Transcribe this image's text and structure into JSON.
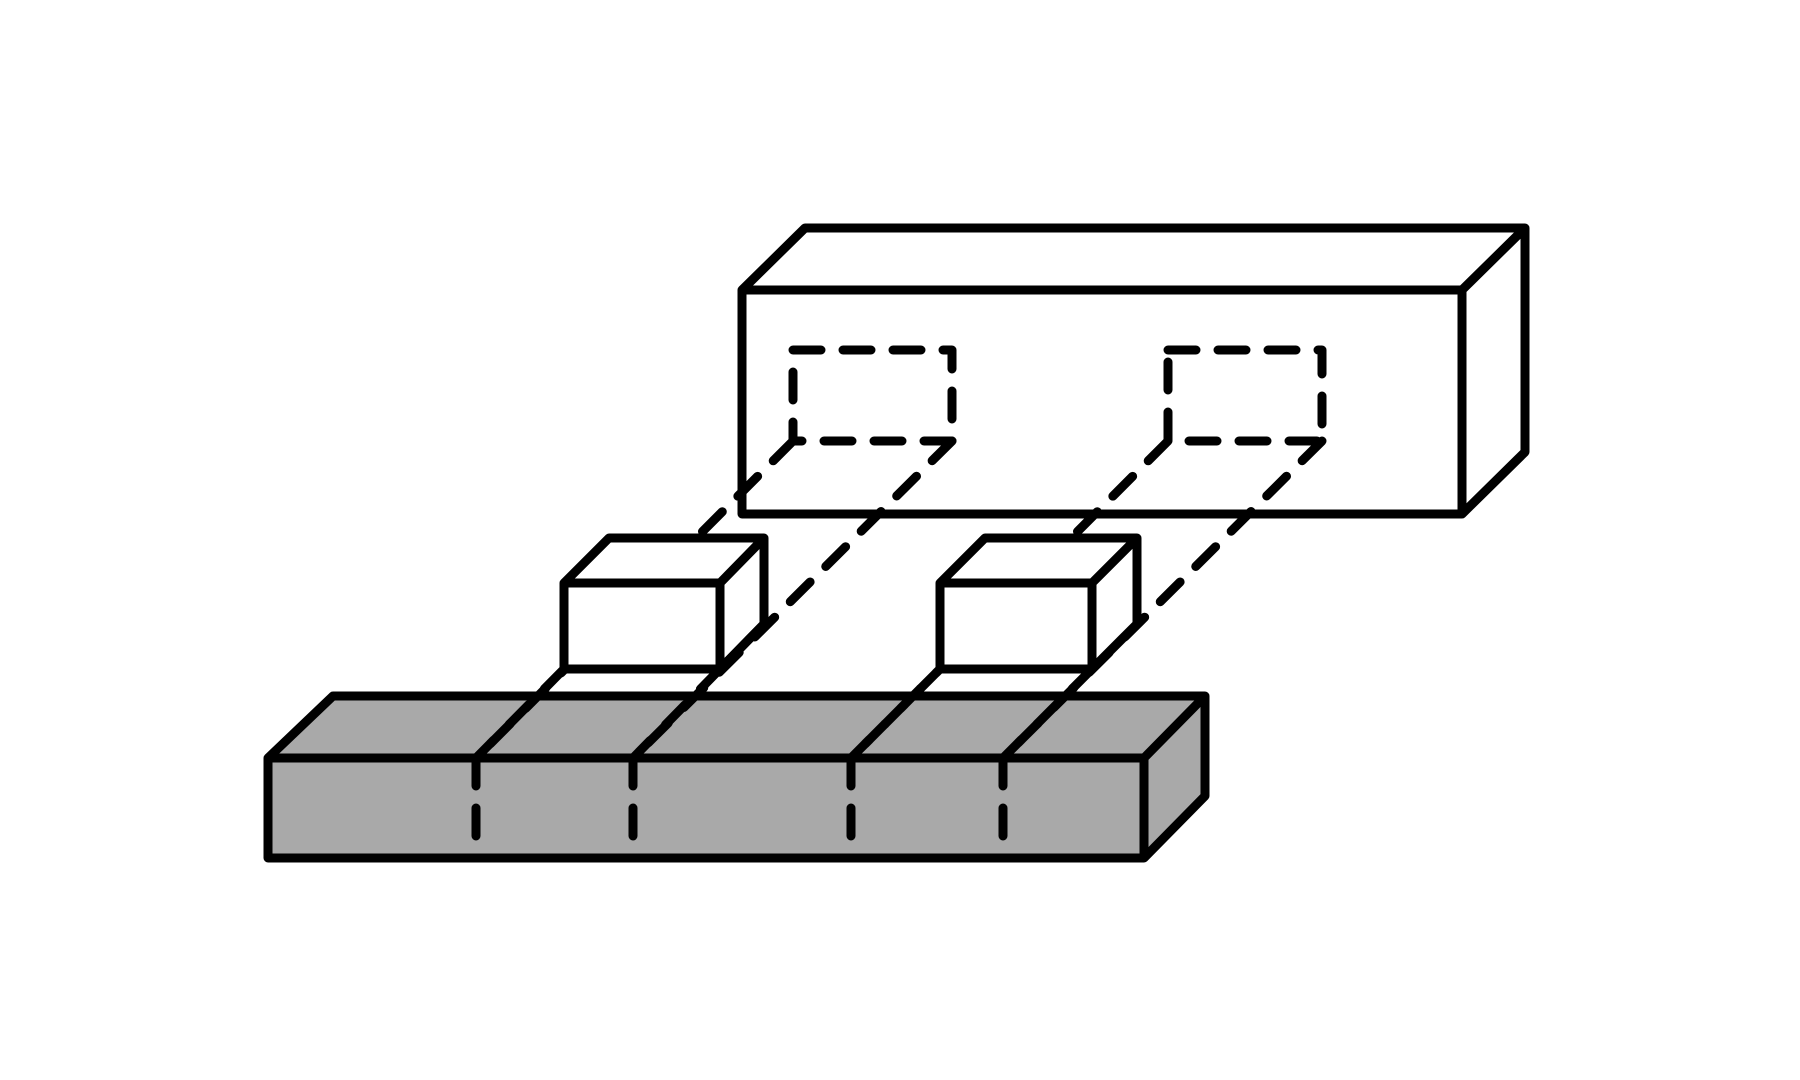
{
  "diagram": {
    "background": "#ffffff",
    "stroke_color": "#000000",
    "base_fill": "#a9a9a9",
    "block_fill": "#ffffff",
    "components": [
      {
        "name": "top-beam",
        "role": "large prism with two hidden recesses"
      },
      {
        "name": "left-block",
        "role": "small cube"
      },
      {
        "name": "right-block",
        "role": "small cube"
      },
      {
        "name": "base-beam",
        "role": "shaded base prism"
      }
    ]
  }
}
